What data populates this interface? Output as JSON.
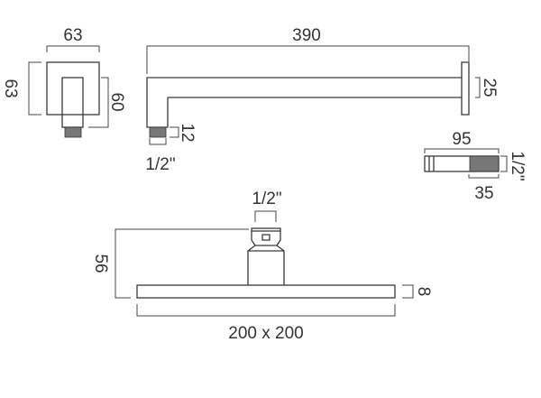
{
  "wall_outlet": {
    "width_label": "63",
    "height_label": "63",
    "depth_label": "60"
  },
  "shower_arm": {
    "length_label": "390",
    "plate_label": "25",
    "thread_length_label": "12",
    "thread_size_label": "1/2\""
  },
  "adapter": {
    "length_label": "95",
    "thread_length_label": "35",
    "thread_size_label": "1/2\""
  },
  "shower_head": {
    "connector_label": "1/2\"",
    "height_label": "56",
    "thickness_label": "8",
    "size_label": "200 x 200"
  },
  "colors": {
    "line": "#3a3a3a",
    "background": "#ffffff"
  }
}
